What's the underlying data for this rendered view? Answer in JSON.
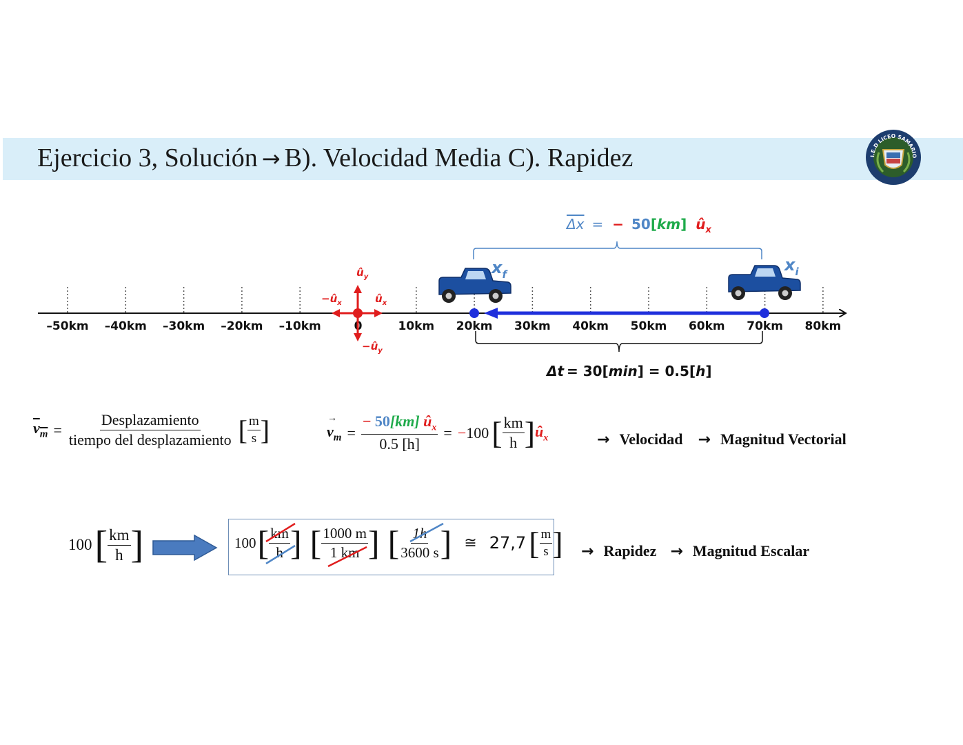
{
  "header": {
    "title_left": "Ejercicio 3, Solución",
    "title_arrow": "→",
    "title_right": "B). Velocidad Media  C). Rapidez",
    "logo_text": "I.E.D LICEO SAMARIO"
  },
  "axis": {
    "ticks": [
      "–50km",
      "–40km",
      "–30km",
      "–20km",
      "–10km",
      "0",
      "10km",
      "20km",
      "30km",
      "40km",
      "50km",
      "60km",
      "70km",
      "80km"
    ],
    "xf_label": "x",
    "xf_sub": "f",
    "xi_label": "x",
    "xi_sub": "i",
    "unit_vectors": {
      "uy": "û",
      "uy_sub": "y",
      "neg_uy": "−û",
      "neg_uy_sub": "y",
      "ux": "û",
      "ux_sub": "x",
      "neg_ux": "−û",
      "neg_ux_sub": "x"
    }
  },
  "displacement": {
    "lhs": "Δx",
    "eq": "=",
    "minus": "−",
    "value": "50",
    "unit_open": "[",
    "unit": "km",
    "unit_close": "]",
    "vec": "û",
    "vec_sub": "x"
  },
  "time_interval": {
    "delta": "Δt",
    "text1": "= 30[",
    "min": "min",
    "text2": "] = 0.5[",
    "h": "h",
    "text3": "]"
  },
  "velocity_def": {
    "lhs": "v",
    "lhs_sub": "m",
    "eq": "=",
    "numerator": "Desplazamiento",
    "denominator": "tiempo del desplazamiento",
    "unit_num": "m",
    "unit_den": "s"
  },
  "velocity_calc": {
    "lhs": "v",
    "lhs_sub": "m",
    "eq": "=",
    "num_minus": "−",
    "num_value": "50",
    "num_unit": "[km]",
    "num_vec": "û",
    "num_vec_sub": "x",
    "den": "0.5 [h]",
    "eq2": "=",
    "result_minus": "−",
    "result_value": "100",
    "unit_num": "km",
    "unit_den": "h",
    "result_vec": "û",
    "result_vec_sub": "x",
    "concept1": "Velocidad",
    "concept2": "Magnitud Vectorial"
  },
  "conversion": {
    "start_value": "100",
    "start_unit_num": "km",
    "start_unit_den": "h",
    "box_value": "100",
    "f1_num": "km",
    "f1_den": "h",
    "f2_num": "1000 m",
    "f2_den": "1 km",
    "f3_num": "1h",
    "f3_den": "3600 s",
    "approx": "≅",
    "result": "27,7",
    "result_unit_num": "m",
    "result_unit_den": "s",
    "concept1": "Rapidez",
    "concept2": "Magnitud Escalar"
  },
  "colors": {
    "banner": "#d9eef9",
    "red": "#e01d1d",
    "blue_text": "#4f86c6",
    "green": "#1eaa4a",
    "axis_arrow": "#1f2fdc",
    "big_arrow": "#4a7bbf"
  },
  "arrow_glyph": "→"
}
